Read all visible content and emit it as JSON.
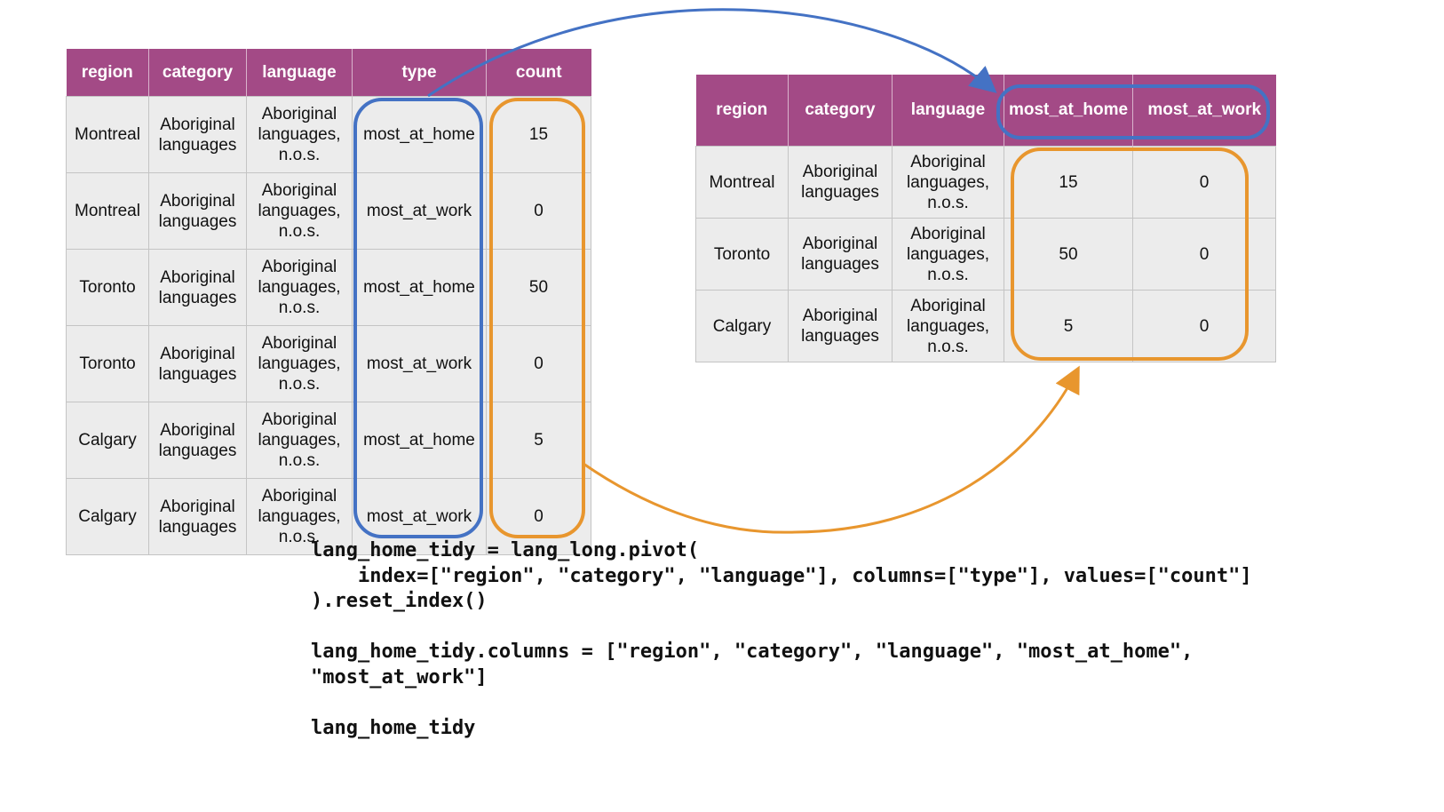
{
  "long_table": {
    "headers": [
      "region",
      "category",
      "language",
      "type",
      "count"
    ],
    "rows": [
      [
        "Montreal",
        "Aboriginal languages",
        "Aboriginal languages, n.o.s.",
        "most_at_home",
        "15"
      ],
      [
        "Montreal",
        "Aboriginal languages",
        "Aboriginal languages, n.o.s.",
        "most_at_work",
        "0"
      ],
      [
        "Toronto",
        "Aboriginal languages",
        "Aboriginal languages, n.o.s.",
        "most_at_home",
        "50"
      ],
      [
        "Toronto",
        "Aboriginal languages",
        "Aboriginal languages, n.o.s.",
        "most_at_work",
        "0"
      ],
      [
        "Calgary",
        "Aboriginal languages",
        "Aboriginal languages, n.o.s.",
        "most_at_home",
        "5"
      ],
      [
        "Calgary",
        "Aboriginal languages",
        "Aboriginal languages, n.o.s.",
        "most_at_work",
        "0"
      ]
    ]
  },
  "wide_table": {
    "headers": [
      "region",
      "category",
      "language",
      "most_at_home",
      "most_at_work"
    ],
    "rows": [
      [
        "Montreal",
        "Aboriginal languages",
        "Aboriginal languages, n.o.s.",
        "15",
        "0"
      ],
      [
        "Toronto",
        "Aboriginal languages",
        "Aboriginal languages, n.o.s.",
        "50",
        "0"
      ],
      [
        "Calgary",
        "Aboriginal languages",
        "Aboriginal languages, n.o.s.",
        "5",
        "0"
      ]
    ]
  },
  "code": "lang_home_tidy = lang_long.pivot(\n    index=[\"region\", \"category\", \"language\"], columns=[\"type\"], values=[\"count\"]\n).reset_index()\n\nlang_home_tidy.columns = [\"region\", \"category\", \"language\", \"most_at_home\",\n\"most_at_work\"]\n\nlang_home_tidy",
  "colors": {
    "header_bg": "#a34a86",
    "cell_bg": "#ececec",
    "type_highlight": "#4472c4",
    "count_highlight": "#e8962e"
  }
}
